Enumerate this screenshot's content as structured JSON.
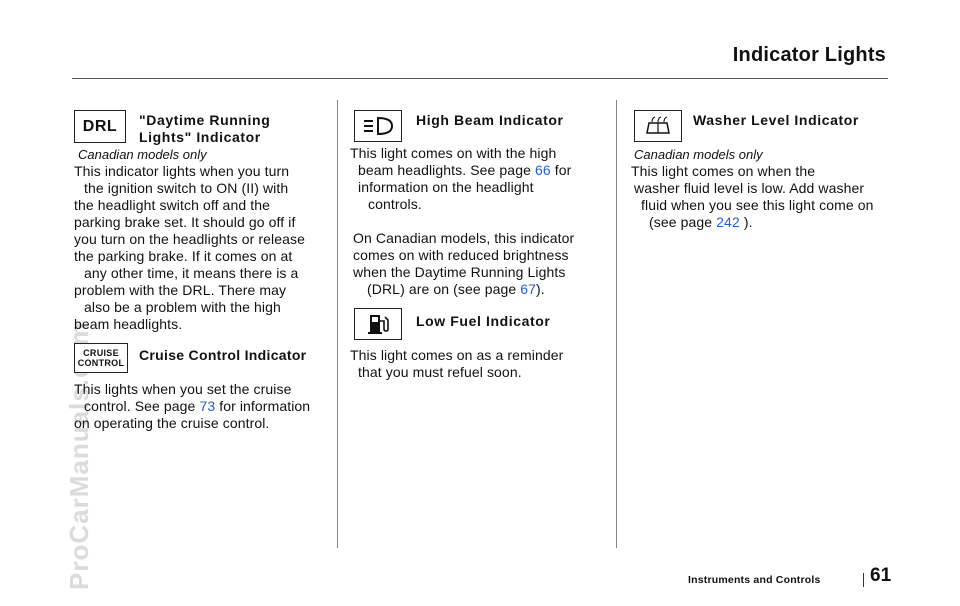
{
  "header": {
    "title": "Indicator Lights"
  },
  "col1": {
    "drl": {
      "icon_label": "DRL",
      "heading_line1": "\"Daytime Running",
      "heading_line2": "Lights\" Indicator",
      "note": "Canadian models only",
      "lines": [
        "This indicator lights when you turn",
        "the ignition switch to ON (II) with",
        "the headlight switch off and the",
        "parking brake set. It should go off if",
        "you turn on the headlights or release",
        "the parking brake. If it comes on at",
        "any other time, it means there is a",
        "problem with the DRL. There may",
        "also be a problem with the high",
        "beam headlights."
      ]
    },
    "cruise": {
      "icon_line1": "CRUISE",
      "icon_line2": "CONTROL",
      "heading": "Cruise Control Indicator",
      "line1": "This lights when you set the cruise",
      "line2_pre": "control. See page ",
      "line2_link": "73",
      "line2_post": " for information",
      "line3": "on operating the cruise control."
    }
  },
  "col2": {
    "high_beam": {
      "icon_name": "high-beam-icon",
      "heading": "High Beam Indicator",
      "line1": "This light comes on with the high",
      "line2_pre": "beam headlights. See page ",
      "line2_link": "66",
      "line2_post": " for",
      "line3": "information on the headlight",
      "line4": "controls.",
      "p2_lines": [
        "On Canadian models, this indicator",
        "comes on with reduced brightness",
        "when the Daytime Running Lights"
      ],
      "p2_last_pre": "(DRL) are on (see page ",
      "p2_last_link": "67",
      "p2_last_post": ")."
    },
    "low_fuel": {
      "icon_name": "fuel-pump-icon",
      "heading": "Low Fuel Indicator",
      "line1": "This light comes on as a reminder",
      "line2": "that you must refuel soon."
    }
  },
  "col3": {
    "washer": {
      "icon_name": "washer-icon",
      "heading": "Washer Level Indicator",
      "note": "Canadian models only",
      "line1": "This light comes on when the",
      "line2": "washer fluid level is low. Add washer",
      "line3": "fluid when you see this light come on",
      "line4_pre": "(see page ",
      "line4_link": "242",
      "line4_post": " )."
    }
  },
  "footer": {
    "section": "Instruments and Controls",
    "page_number": "61"
  },
  "watermark": "ProCarManuals.com",
  "colors": {
    "link": "#2a5bd6",
    "rule": "#555555"
  }
}
